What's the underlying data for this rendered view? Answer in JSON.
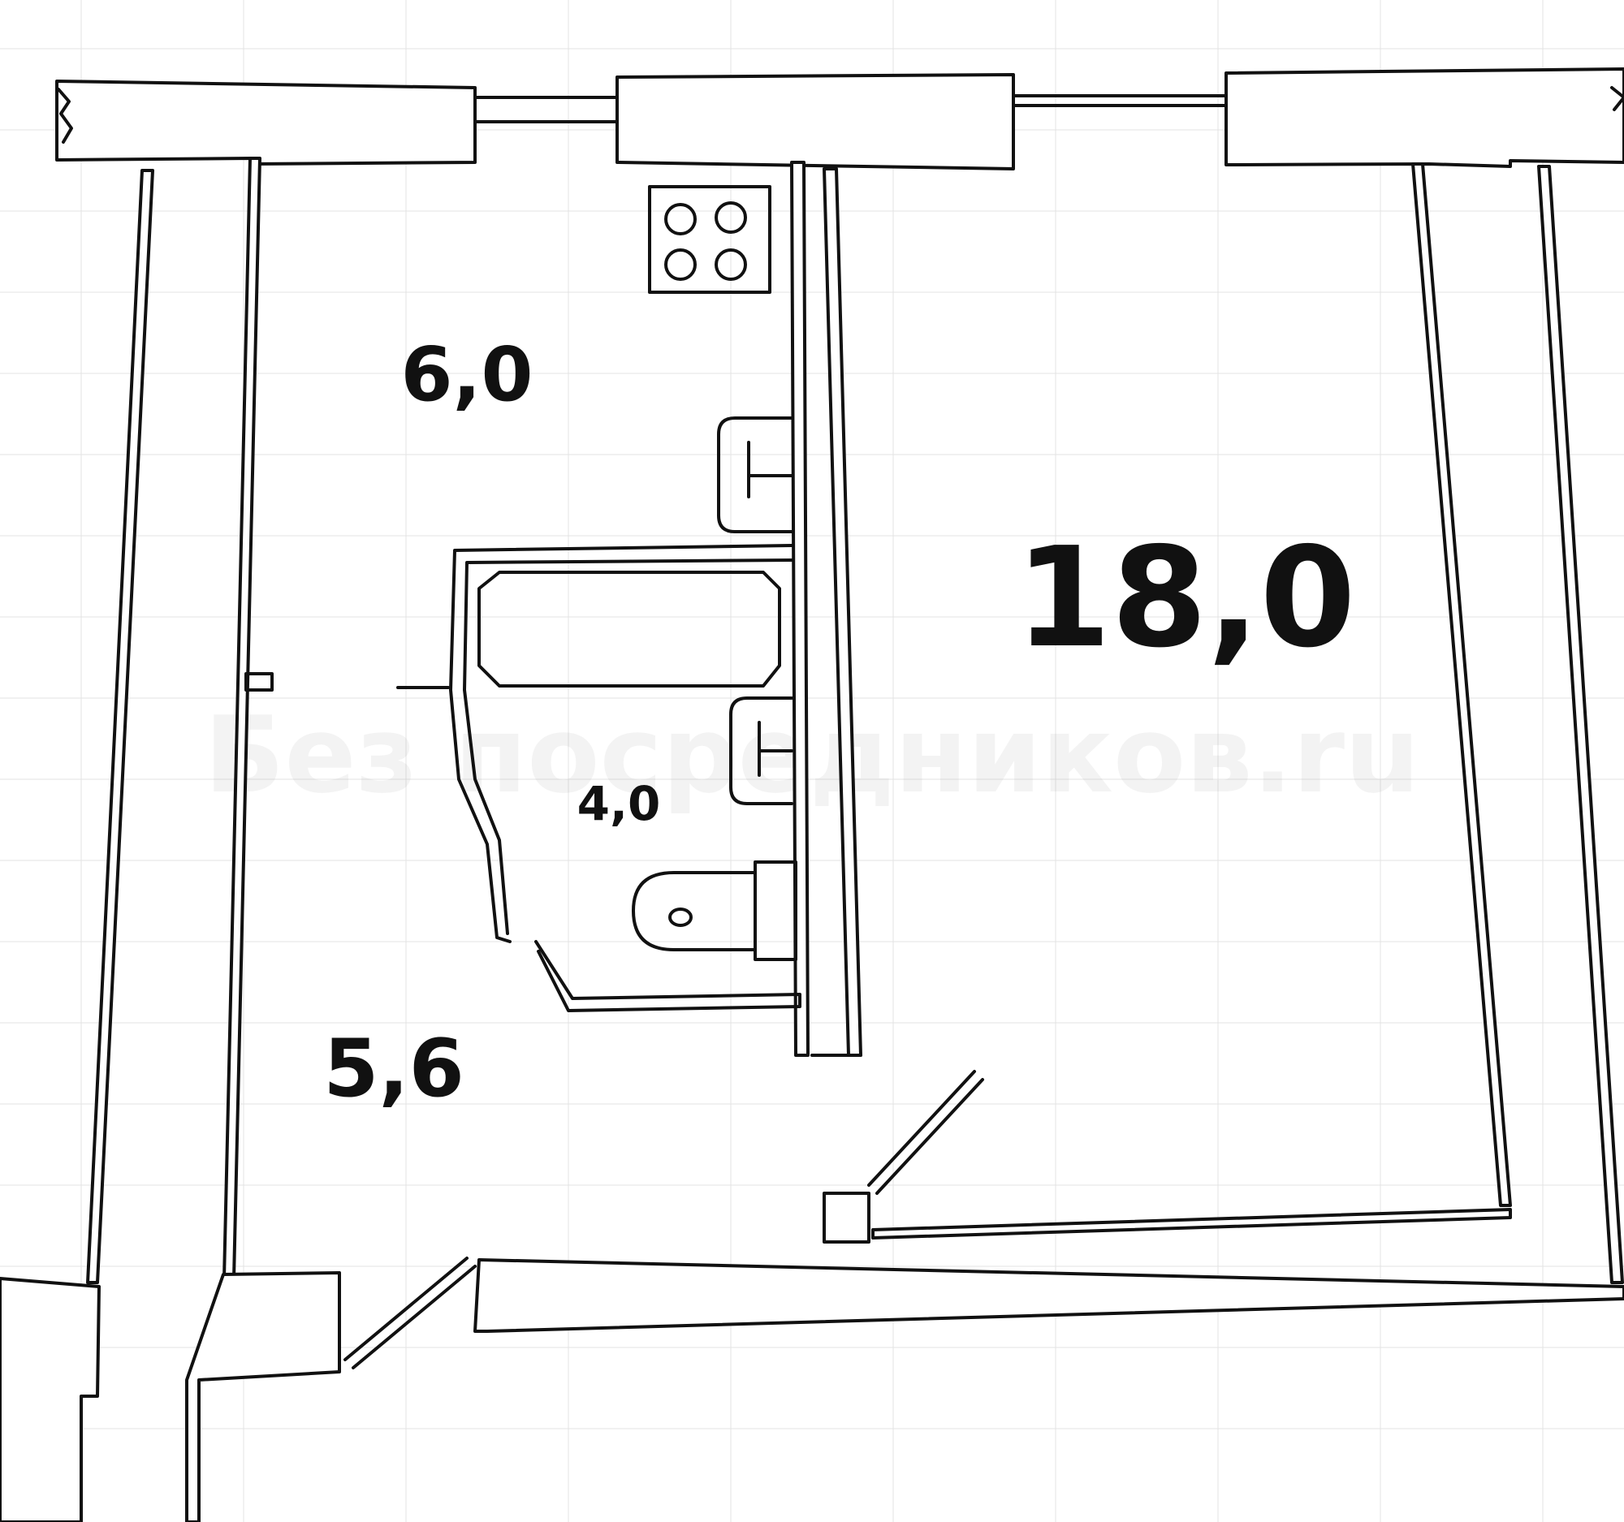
{
  "plan": {
    "rooms": [
      {
        "id": "kitchen",
        "area_label": "6,0"
      },
      {
        "id": "living-room",
        "area_label": "18,0"
      },
      {
        "id": "bathroom",
        "area_label": "4,0"
      },
      {
        "id": "hallway",
        "area_label": "5,6"
      }
    ],
    "watermark": "Без посредников.ru",
    "fixtures": [
      "stove-icon",
      "sink-icon",
      "bathtub-icon",
      "washbasin-icon",
      "toilet-icon"
    ]
  }
}
